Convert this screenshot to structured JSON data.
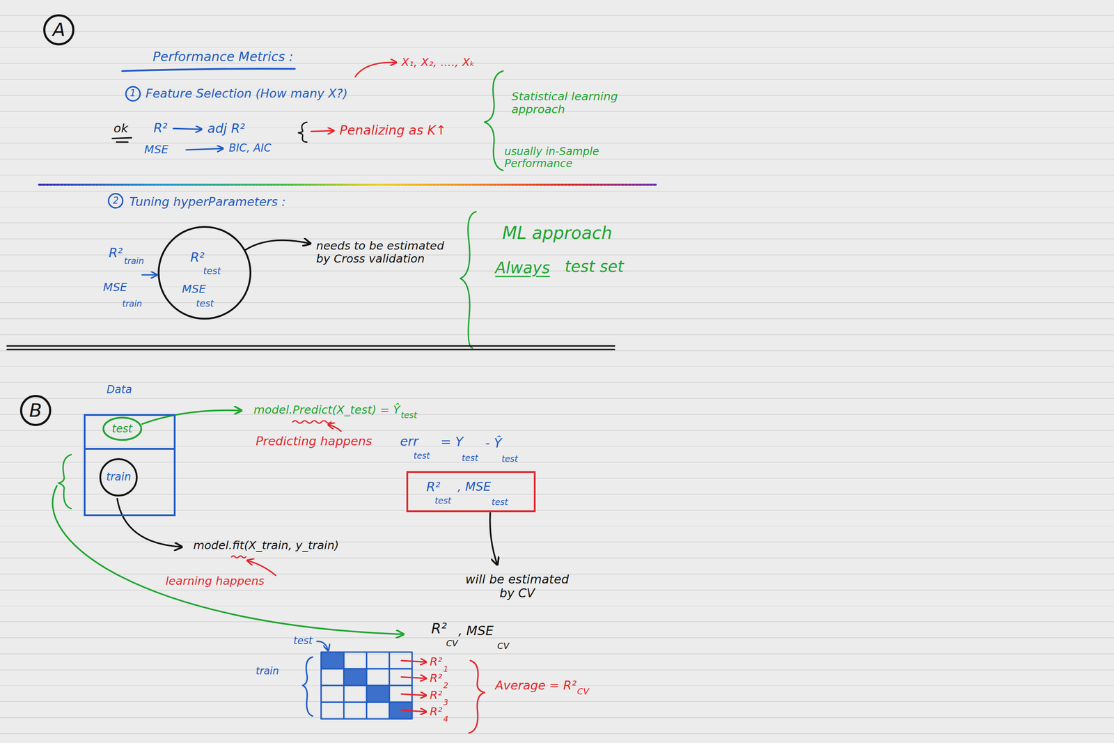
{
  "diagram": {
    "nodes": [
      {
        "text": [
          "A"
        ]
      },
      {
        "text": [
          "1"
        ]
      },
      {
        "text": [
          "2"
        ]
      },
      {
        "text": [
          "R²",
          "test",
          "MSE",
          "test"
        ]
      },
      {
        "text": [
          "B"
        ]
      },
      {
        "text": [
          "Data"
        ]
      },
      {
        "text": [
          "test"
        ],
        "in": 5
      },
      {
        "text": [
          "train"
        ],
        "in": 5
      },
      {
        "text": [
          "R²",
          "test",
          ", MSE",
          "test"
        ]
      }
    ],
    "labels": [
      "Performance Metrics :",
      "Feature Selection (How many X?)",
      "X₁, X₂, ...., Xₖ",
      "ok",
      "R²",
      "adj R²",
      "MSE",
      "BIC, AIC",
      "Penalizing as K↑",
      "Statistical learning approach",
      "usually in-Sample Performance",
      "Tuning hyperParameters :",
      "R²",
      "train",
      "MSE",
      "train",
      "needs to be estimated by Cross validation",
      "ML approach",
      "Always",
      "test set",
      "model.Predict(X_test) = Ŷ",
      "test",
      "Predicting happens",
      "err",
      "test",
      "= Y",
      "test",
      "- Ŷ",
      "test",
      "will be estimated by CV",
      "model.fit(X_train, y_train)",
      "learning happens",
      "R²",
      "CV",
      ", MSE",
      "CV",
      "test",
      "train",
      "R²",
      "1",
      "R²",
      "2",
      "R²",
      "3",
      "R²",
      "4",
      "Average = R²",
      "CV"
    ]
  }
}
